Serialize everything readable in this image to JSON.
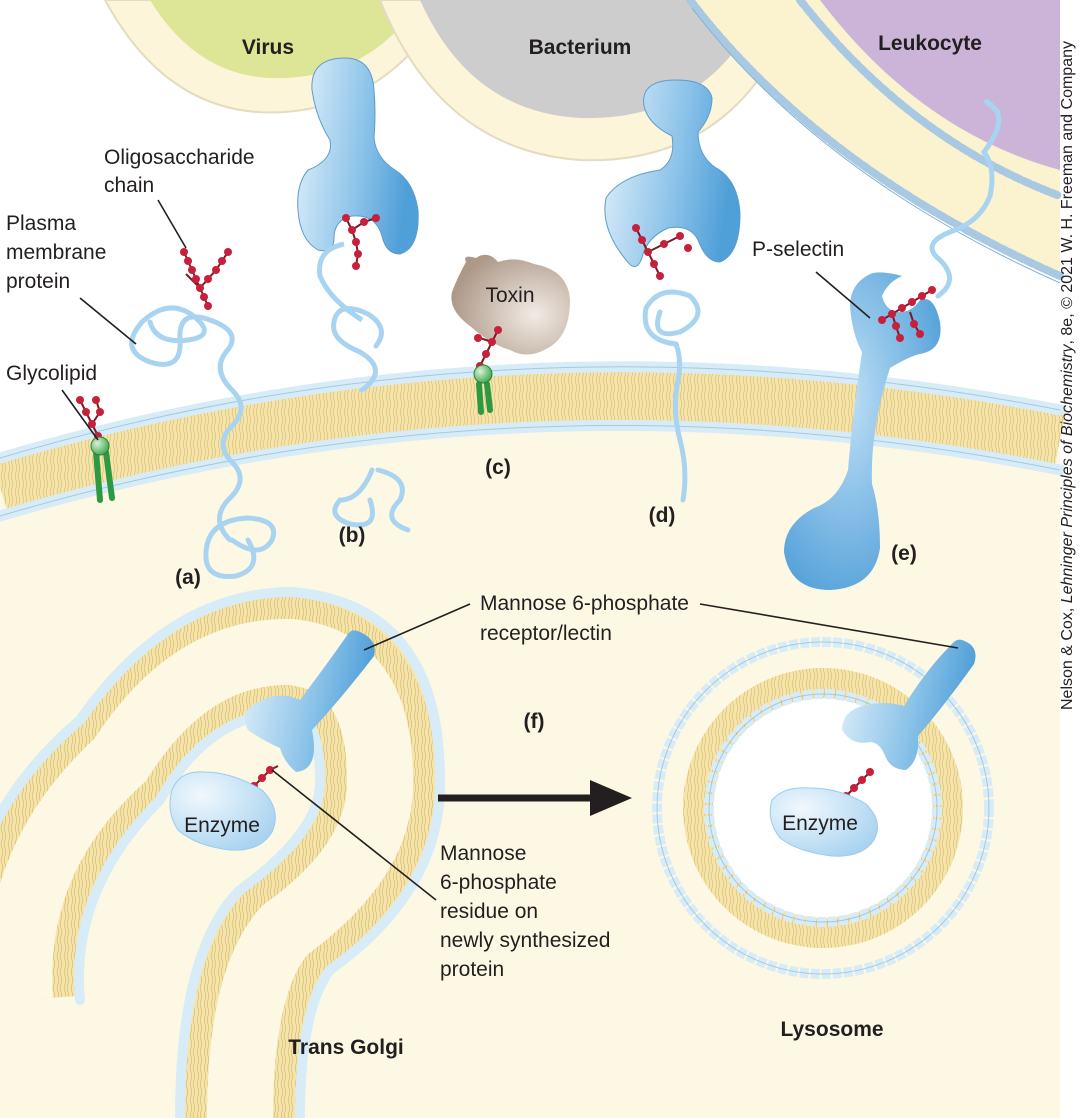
{
  "labels": {
    "virus": "Virus",
    "bacterium": "Bacterium",
    "leukocyte": "Leukocyte",
    "oligosaccharide_line1": "Oligosaccharide",
    "oligosaccharide_line2": "chain",
    "plasma_line1": "Plasma",
    "plasma_line2": "membrane",
    "plasma_line3": "protein",
    "glycolipid": "Glycolipid",
    "toxin": "Toxin",
    "p_selectin": "P-selectin",
    "m6p_receptor_line1": "Mannose 6-phosphate",
    "m6p_receptor_line2": "receptor/lectin",
    "m6p_residue_line1": "Mannose",
    "m6p_residue_line2": "6-phosphate",
    "m6p_residue_line3": "residue on",
    "m6p_residue_line4": "newly synthesized",
    "m6p_residue_line5": "protein",
    "enzyme_golgi": "Enzyme",
    "enzyme_lysosome": "Enzyme",
    "trans_golgi": "Trans Golgi",
    "lysosome": "Lysosome"
  },
  "panels": {
    "a": "(a)",
    "b": "(b)",
    "c": "(c)",
    "d": "(d)",
    "e": "(e)",
    "f": "(f)"
  },
  "credit": {
    "prefix": "Nelson & Cox, ",
    "title": "Lehninger Principles of Biochemistry",
    "suffix": ", 8e, © 2021 W. H. Freeman and Company"
  },
  "colors": {
    "cytoplasm": "#fdf8e4",
    "bilayer_core": "#f6e4a8",
    "head_group": "#d8ecf8",
    "head_group_edge": "#7fb2d4",
    "lectin_light": "#d5eaf9",
    "lectin_dark": "#5da6dc",
    "virus": "#dde597",
    "bacterium": "#cdcdcd",
    "leukocyte": "#cbb4d8",
    "toxin": "#bca99a",
    "sugar": "#c8203c",
    "glycolipid_anchor": "#2d9a43",
    "text": "#231f20"
  }
}
